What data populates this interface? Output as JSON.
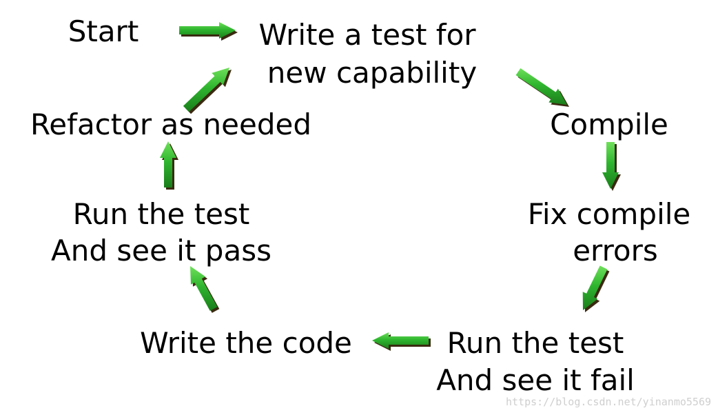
{
  "diagram": {
    "steps": {
      "start": "Start",
      "write_test": {
        "line1": "Write a test for",
        "line2": "new capability"
      },
      "compile": "Compile",
      "fix_errors": {
        "line1": "Fix compile",
        "line2": "errors"
      },
      "run_fail": {
        "line1": "Run the test",
        "line2": "And see it fail"
      },
      "write_code": "Write the code",
      "run_pass": {
        "line1": "Run the test",
        "line2": "And see it pass"
      },
      "refactor": "Refactor as needed"
    },
    "arrow_color": "#2db52d",
    "arrow_shadow_color": "#3a2a10",
    "text_color": "#000000"
  },
  "watermark": {
    "text": "https://blog.csdn.net/yinanmo5569",
    "color": "#cfcfcf"
  }
}
